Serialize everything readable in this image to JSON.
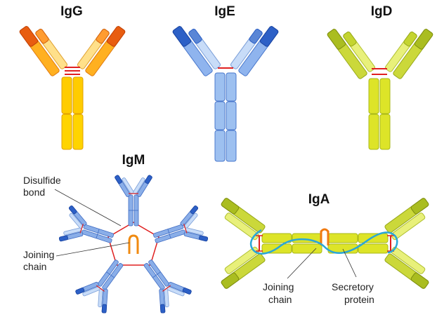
{
  "antibodies": {
    "igg": {
      "name": "IgG"
    },
    "ige": {
      "name": "IgE"
    },
    "igd": {
      "name": "IgD"
    },
    "igm": {
      "name": "IgM"
    },
    "iga": {
      "name": "IgA"
    }
  },
  "labels": {
    "disulfide_line1": "Disulfide",
    "disulfide_line2": "bond",
    "joining_igm_line1": "Joining",
    "joining_igm_line2": "chain",
    "joining_iga_line1": "Joining",
    "joining_iga_line2": "chain",
    "secretory_line1": "Secretory",
    "secretory_line2": "protein"
  },
  "colors": {
    "igg_light": "#ffb020",
    "igg_dark": "#e85d10",
    "igg_stem": "#ffd400",
    "ige_light": "#9dc0f0",
    "ige_dark": "#2d60c6",
    "igd_light": "#d8e448",
    "igd_dark": "#aabd20",
    "disulfide": "#e02020",
    "secretory": "#2aa6d8"
  }
}
